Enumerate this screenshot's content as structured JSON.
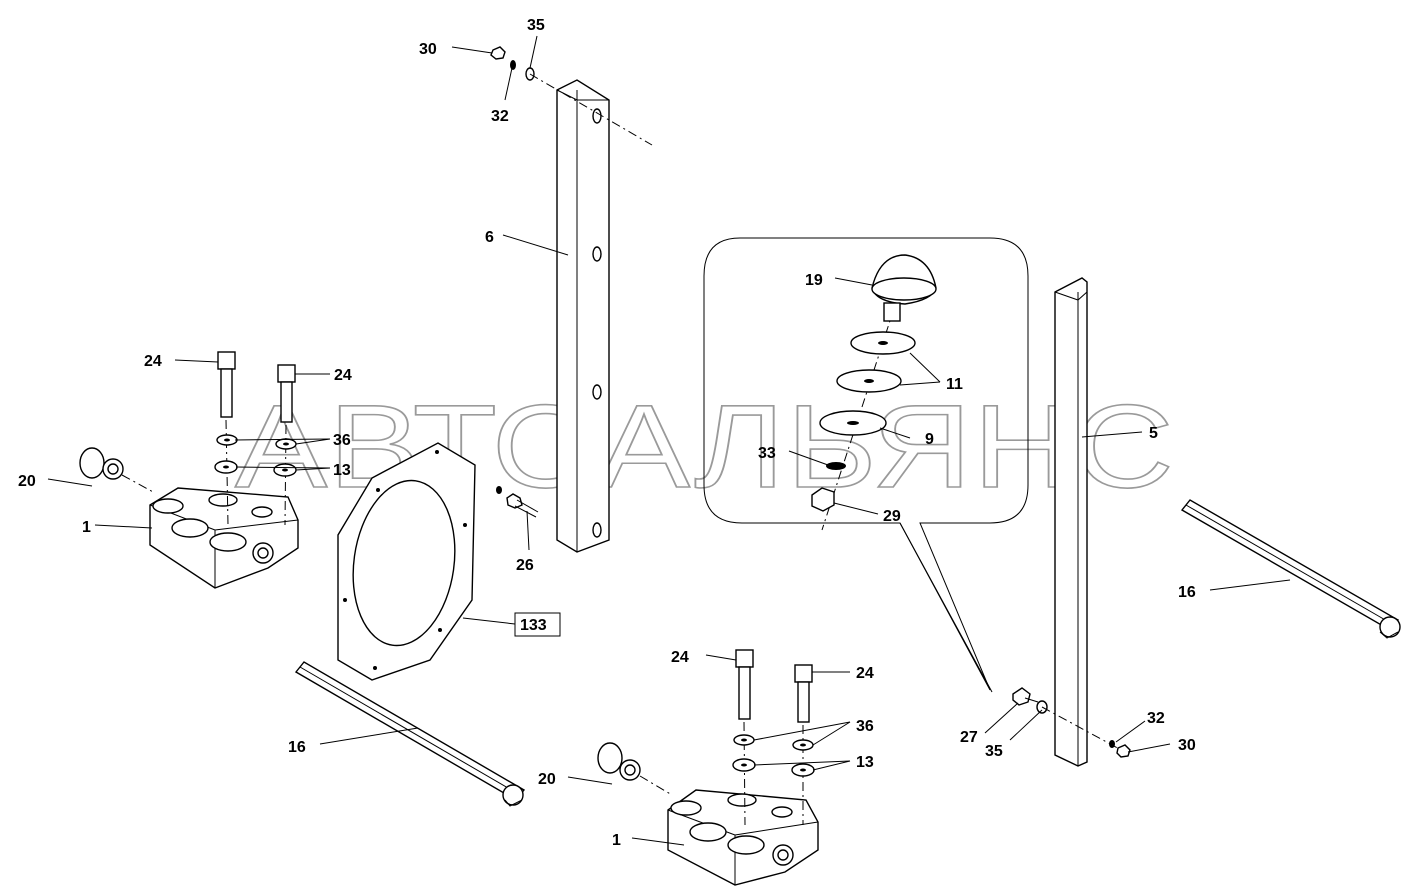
{
  "watermark": "АВТОАЛЬЯНС",
  "labels": {
    "l30a": "30",
    "l35a": "35",
    "l32a": "32",
    "l6": "6",
    "l19": "19",
    "l11": "11",
    "l9": "9",
    "l33": "33",
    "l29": "29",
    "l5": "5",
    "l24a": "24",
    "l24b": "24",
    "l36a": "36",
    "l13a": "13",
    "l20a": "20",
    "l1a": "1",
    "l26": "26",
    "l133": "133",
    "l16a": "16",
    "l16b": "16",
    "l24c": "24",
    "l24d": "24",
    "l36b": "36",
    "l13b": "13",
    "l20b": "20",
    "l1b": "1",
    "l27": "27",
    "l35b": "35",
    "l32b": "32",
    "l30b": "30"
  }
}
